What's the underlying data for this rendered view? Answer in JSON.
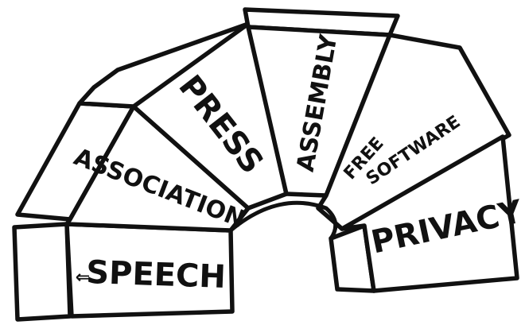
{
  "arch": {
    "stones": [
      {
        "id": "speech",
        "label": "SPEECH"
      },
      {
        "id": "association",
        "label": "ASSOCIATION"
      },
      {
        "id": "press",
        "label": "PRESS"
      },
      {
        "id": "assembly",
        "label": "ASSEMBLY"
      },
      {
        "id": "free-software",
        "label_line1": "FREE",
        "label_line2": "SOFTWARE"
      },
      {
        "id": "privacy",
        "label": "PRIVACY"
      }
    ],
    "speech_glyph": "⇐"
  }
}
